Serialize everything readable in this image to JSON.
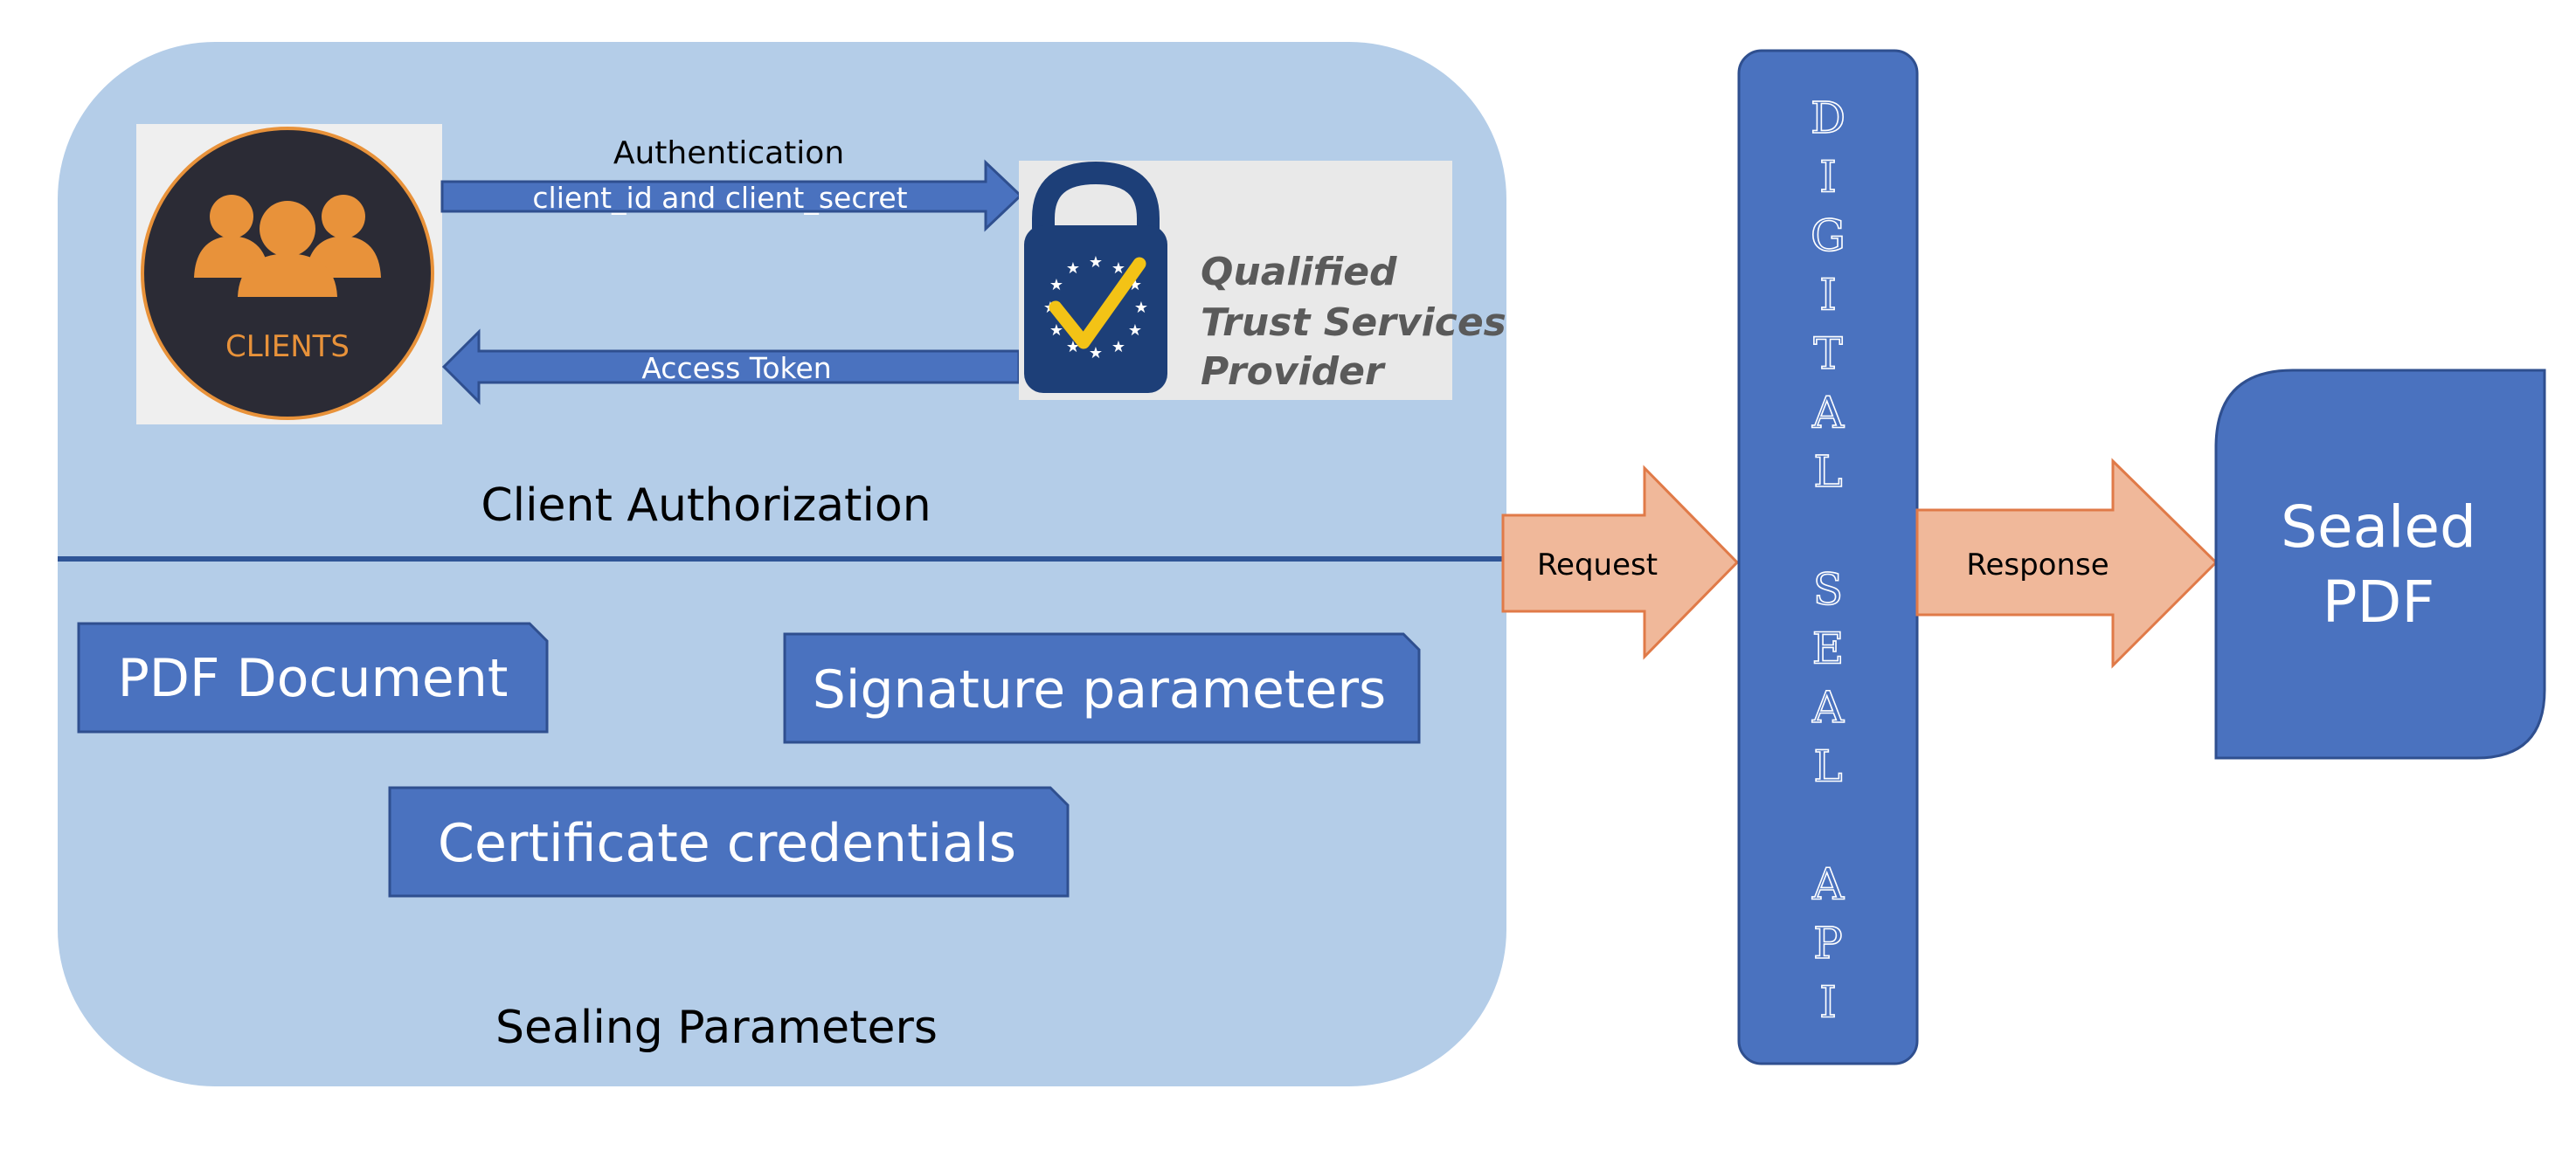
{
  "colors": {
    "panel_fill": "#b4cde8",
    "box_fill": "#4a72bf",
    "box_stroke": "#2f4f8f",
    "divider": "#2f5597",
    "orange_arrow_fill": "#f0b89a",
    "orange_arrow_stroke": "#e07a48",
    "logo_bg": "#2b2b35",
    "logo_accent": "#e8923a",
    "tsp_bg": "#e9e9e9",
    "tsp_text": "#5a5a5a",
    "lock_blue": "#1d3f78",
    "check_yellow": "#f3c316",
    "text_dark": "#000000",
    "text_white": "#ffffff"
  },
  "client_authorization": {
    "title": "Client Authorization",
    "clients_logo_label": "CLIENTS",
    "auth_arrow": {
      "caption": "Authentication",
      "label": "client_id and client_secret"
    },
    "token_arrow": {
      "label": "Access Token"
    },
    "tsp_badge": {
      "lines": [
        "Qualified",
        "Trust Services",
        "Provider"
      ]
    }
  },
  "sealing_parameters": {
    "title": "Sealing Parameters",
    "items": {
      "pdf_document": "PDF Document",
      "signature_parameters": "Signature parameters",
      "certificate_credentials": "Certificate credentials"
    }
  },
  "request_arrow": "Request",
  "api_column": {
    "letters": [
      "D",
      "I",
      "G",
      "I",
      "T",
      "A",
      "L",
      "",
      "S",
      "E",
      "A",
      "L",
      "",
      "A",
      "P",
      "I"
    ]
  },
  "response_arrow": "Response",
  "output": {
    "lines": [
      "Sealed",
      "PDF"
    ]
  }
}
